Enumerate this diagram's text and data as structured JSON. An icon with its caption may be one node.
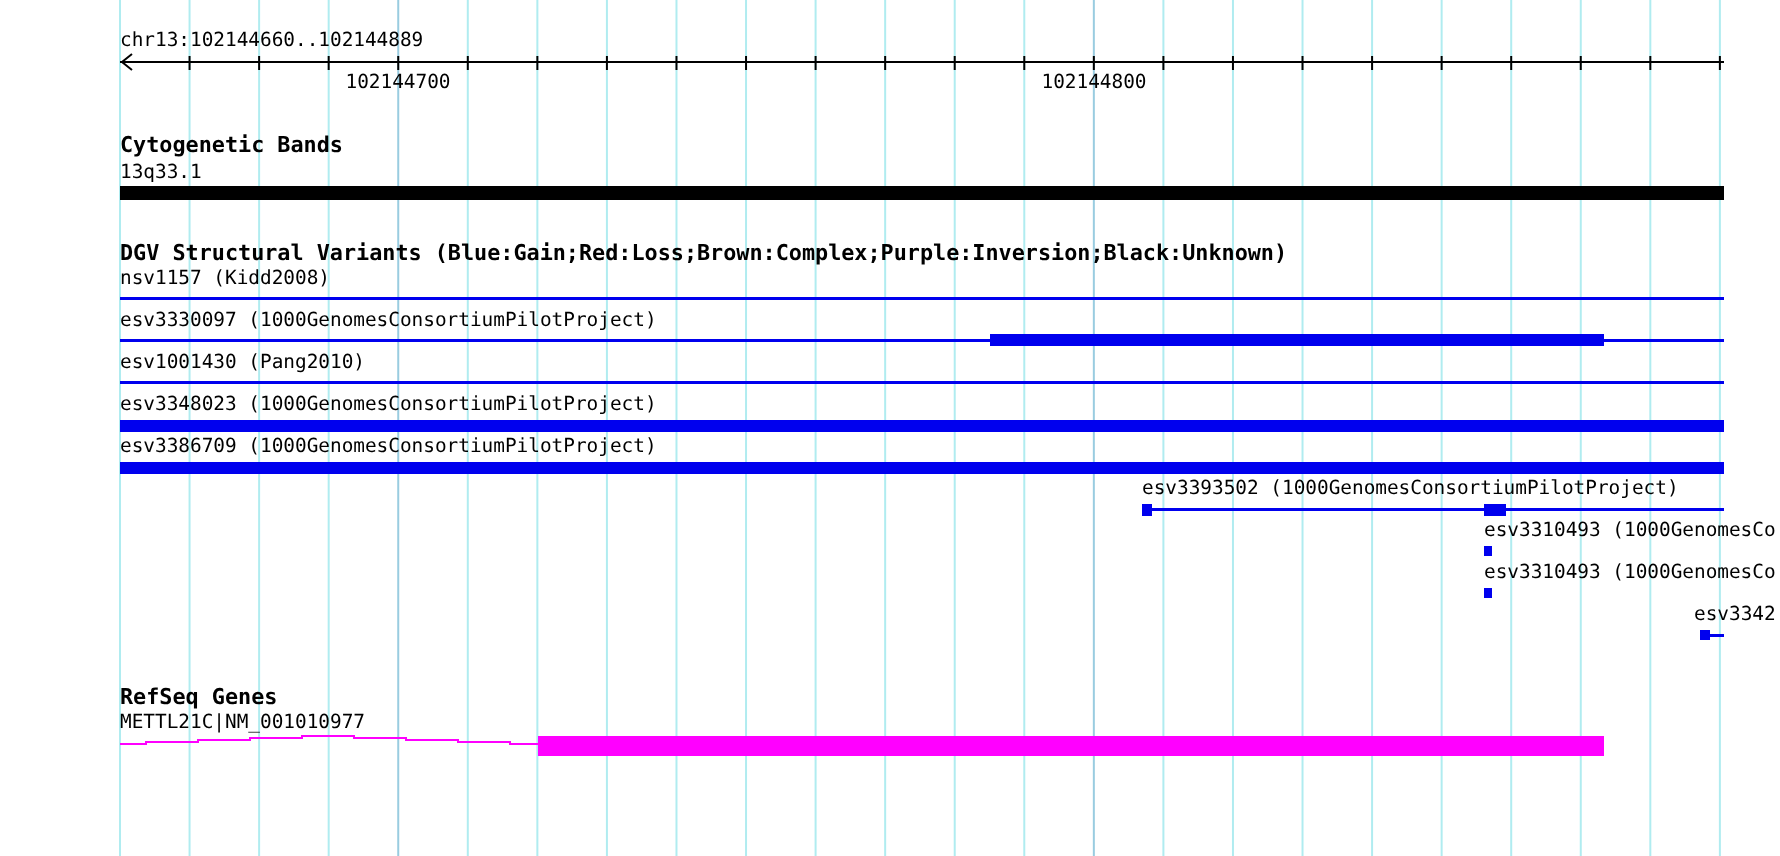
{
  "diagram": {
    "labels": [
      "chr13:102144660..102144889",
      "102144700",
      "102144800",
      "Cytogenetic Bands",
      "13q33.1",
      "DGV Structural Variants (Blue:Gain;Red:Loss;Brown:Complex;Purple:Inversion;Black:Unknown)",
      "nsv1157 (Kidd2008)",
      "esv3330097 (1000GenomesConsortiumPilotProject)",
      "esv1001430 (Pang2010)",
      "esv3348023 (1000GenomesConsortiumPilotProject)",
      "esv3386709 (1000GenomesConsortiumPilotProject)",
      "esv3393502 (1000GenomesConsortiumPilotProject)",
      "esv3310493 (1000GenomesCo",
      "esv3310493 (1000GenomesCo",
      "esv3342",
      "RefSeq Genes",
      "METTL21C|NM_001010977"
    ]
  }
}
